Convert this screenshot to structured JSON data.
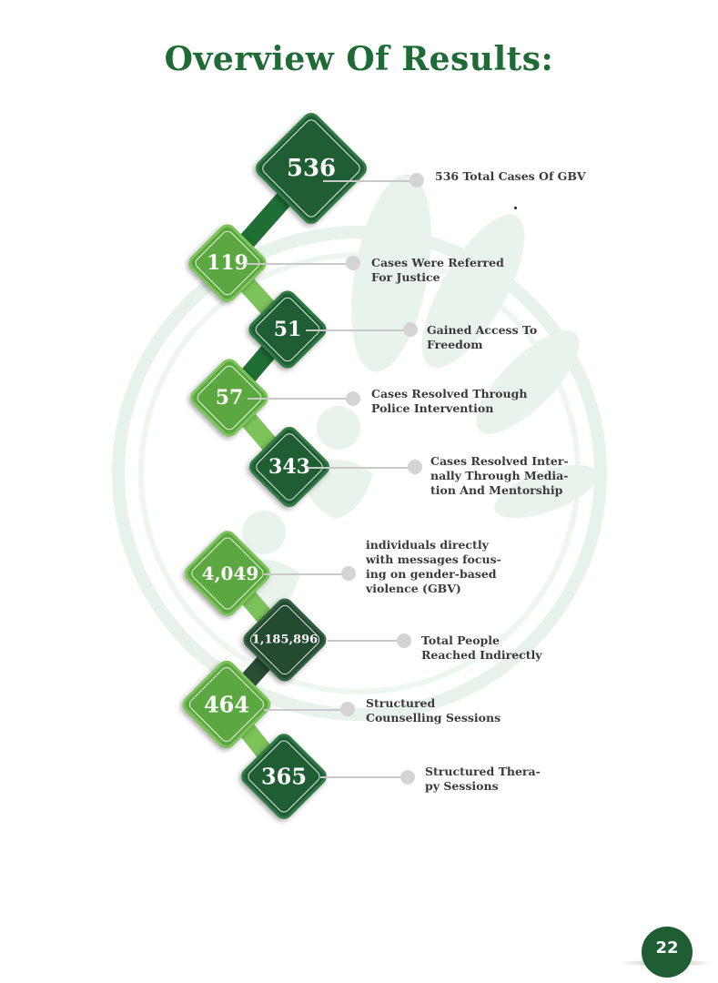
{
  "title": "Overview Of  Results:",
  "page_number": "22",
  "colors": {
    "dark_green": "#1f5e33",
    "light_green": "#5aa83f",
    "title_green": "#1e6b35"
  },
  "items": [
    {
      "value": "536",
      "label_lines": [
        "536 Total Cases Of GBV"
      ]
    },
    {
      "value": "119",
      "label_lines": [
        "Cases Were Referred",
        "For Justice"
      ]
    },
    {
      "value": "51",
      "label_lines": [
        "Gained Access To",
        "Freedom"
      ]
    },
    {
      "value": "57",
      "label_lines": [
        "Cases Resolved Through",
        "Police Intervention"
      ]
    },
    {
      "value": "343",
      "label_lines": [
        "Cases Resolved Inter-",
        "nally Through Media-",
        "tion And Mentorship"
      ]
    },
    {
      "value": "4,049",
      "label_lines": [
        "individuals directly",
        "with messages focus-",
        "ing on gender-based",
        "violence (GBV)"
      ]
    },
    {
      "value": "1,185,896",
      "label_lines": [
        "Total People",
        "Reached Indirectly"
      ]
    },
    {
      "value": "464",
      "label_lines": [
        "Structured",
        "Counselling  Sessions"
      ]
    },
    {
      "value": "365",
      "label_lines": [
        "Structured Thera-",
        "py Sessions"
      ]
    }
  ]
}
